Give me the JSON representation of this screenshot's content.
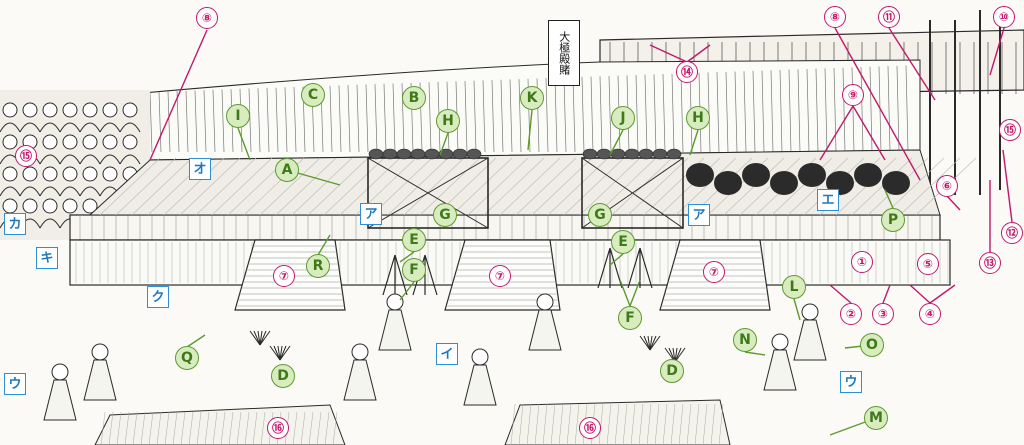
{
  "signboard": {
    "text": "大極殿賭"
  },
  "labels": {
    "g_a": "A",
    "g_b": "B",
    "g_c": "C",
    "g_d1": "D",
    "g_d2": "D",
    "g_e1": "E",
    "g_e2": "E",
    "g_f1": "F",
    "g_f2": "F",
    "g_g1": "G",
    "g_g2": "G",
    "g_h1": "H",
    "g_h2": "H",
    "g_i": "I",
    "g_j": "J",
    "g_k": "K",
    "g_l": "L",
    "g_m": "M",
    "g_n": "N",
    "g_o": "O",
    "g_p": "P",
    "g_q": "Q",
    "g_r": "R",
    "m_1": "①",
    "m_2": "②",
    "m_3": "③",
    "m_4": "④",
    "m_5": "⑤",
    "m_6": "⑥",
    "m_7a": "⑦",
    "m_7b": "⑦",
    "m_7c": "⑦",
    "m_8a": "⑧",
    "m_8b": "⑧",
    "m_9": "⑨",
    "m_10": "⑩",
    "m_11": "⑪",
    "m_12": "⑫",
    "m_13": "⑬",
    "m_14": "⑭",
    "m_15a": "⑮",
    "m_15b": "⑮",
    "m_16a": "⑯",
    "m_16b": "⑯",
    "b_a1": "ア",
    "b_a2": "ア",
    "b_i": "イ",
    "b_u1": "ウ",
    "b_u2": "ウ",
    "b_e": "エ",
    "b_o": "オ",
    "b_ka": "カ",
    "b_ki": "キ",
    "b_ku": "ク"
  },
  "colors": {
    "green_fill": "#d9ecbf",
    "green_stroke": "#5c9b2f",
    "magenta": "#c2186b",
    "blue": "#2f8fd4",
    "ink": "#2a2a2a"
  }
}
